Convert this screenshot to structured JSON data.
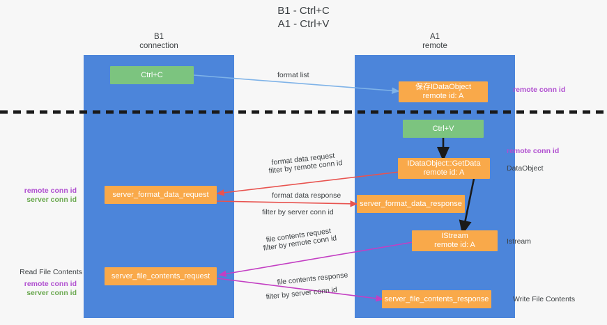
{
  "title": {
    "line1": "B1 - Ctrl+C",
    "line2": "A1 - Ctrl+V"
  },
  "columns": [
    {
      "name": "B1",
      "role": "connection"
    },
    {
      "name": "A1",
      "role": "remote"
    }
  ],
  "nodes": {
    "ctrl_c": "Ctrl+C",
    "ctrl_v": "Ctrl+V",
    "save_idataobject_l1": "保存IDataObject",
    "save_idataobject_l2": "remote id: A",
    "getdata_l1": "IDataObject::GetData",
    "getdata_l2": "remote id: A",
    "istream_l1": "IStream",
    "istream_l2": "remote id: A",
    "server_format_data_request": "server_format_data_request",
    "server_format_data_response": "server_format_data_response",
    "server_file_contents_request": "server_file_contents_request",
    "server_file_contents_response": "server_file_contents_response"
  },
  "edge_labels": {
    "format_list": "format list",
    "format_data_request": "format data request",
    "format_data_request_filter_prefix": "filter by ",
    "format_data_request_filter_key": "remote conn id",
    "format_data_response": "format data response",
    "format_data_response_filter_prefix": "filter by ",
    "format_data_response_filter_key": "server conn id",
    "file_contents_request": "file contents request",
    "file_contents_request_filter_prefix": "filter by ",
    "file_contents_request_filter_key": "remote conn id",
    "file_contents_response": "file contents response",
    "file_contents_response_filter_prefix": "filter by ",
    "file_contents_response_filter_key": "server conn id"
  },
  "side_labels": {
    "right_remote_conn_id_top": "remote conn id",
    "right_remote_conn_id_mid": "remote conn id",
    "right_dataobject": "DataObject",
    "right_istream": "Istream",
    "right_write_file_contents": "Write File Contents",
    "left_remote_conn_id": "remote conn id",
    "left_server_conn_id": "server conn id",
    "left_read_file_contents": "Read File Contents",
    "left_remote_conn_id_2": "remote conn id",
    "left_server_conn_id_2": "server conn id"
  },
  "colors": {
    "lane": "#4c85da",
    "green_node": "#7cc47f",
    "orange_node": "#f9a94a",
    "purple": "#b04fd0",
    "green_text": "#6aa84f",
    "arrow_blue": "#7fb3e8",
    "arrow_red": "#e8534f",
    "arrow_magenta": "#c33fc3",
    "arrow_black": "#1a1a1a",
    "divider": "#1a1a1a",
    "background": "#f7f7f7"
  }
}
